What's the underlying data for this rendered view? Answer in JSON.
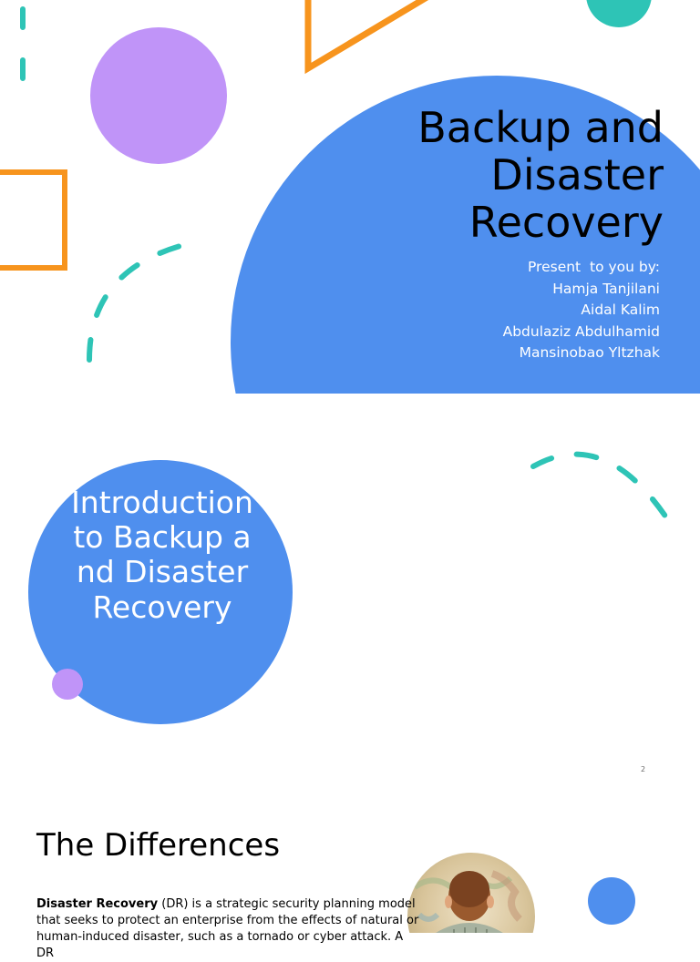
{
  "slide1": {
    "title_lines": [
      "Backup and",
      "Disaster",
      "Recovery"
    ],
    "presenters": [
      "Present  to you by:",
      "Hamja Tanjilani",
      "Aidal Kalim",
      "Abdulaziz Abdulhamid",
      "Mansinobao Yltzhak"
    ]
  },
  "slide2": {
    "title": "Introduction to Backup and Disaster Recovery",
    "page_number": "2"
  },
  "slide3": {
    "title": "The Differences",
    "paragraph": {
      "term": "Disaster Recovery",
      "line1_rest": " (DR) is a strategic security planning model",
      "line2": "that seeks to protect an enterprise from the effects of natural or",
      "line3": "human-induced disaster, such as a tornado or cyber attack. A DR"
    }
  },
  "colors": {
    "blue": "#4f8fee",
    "purple": "#c094f8",
    "orange": "#f7941d",
    "teal": "#2ec4b6"
  }
}
